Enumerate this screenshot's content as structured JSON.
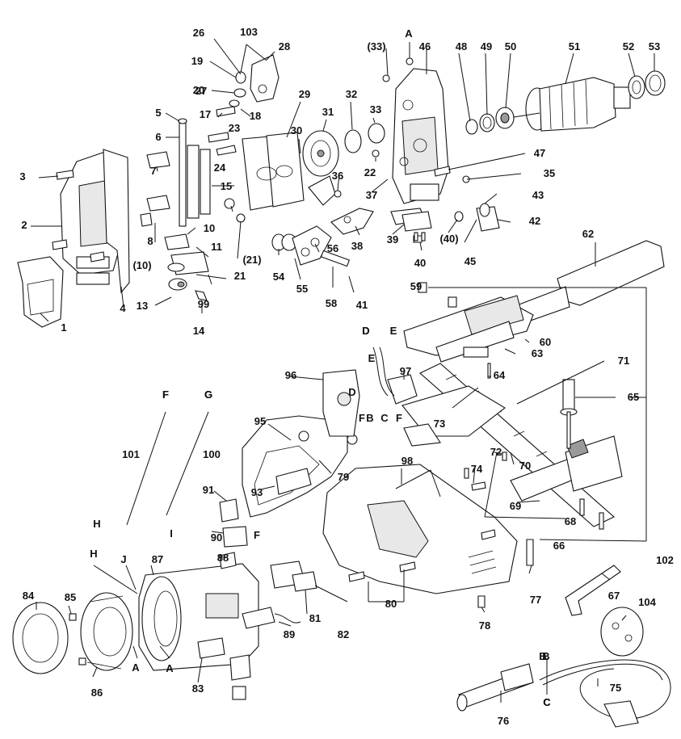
{
  "labels": [
    "1",
    "2",
    "3",
    "4",
    "5",
    "6",
    "7",
    "8",
    "10",
    "(10)",
    "11",
    "13",
    "14",
    "15",
    "17",
    "18",
    "19",
    "20",
    "21",
    "(21)",
    "22",
    "23",
    "24",
    "26",
    "27",
    "28",
    "29",
    "30",
    "31",
    "32",
    "33",
    "(33)",
    "35",
    "36",
    "37",
    "38",
    "39",
    "40",
    "(40)",
    "41",
    "42",
    "43",
    "45",
    "46",
    "47",
    "48",
    "49",
    "50",
    "51",
    "52",
    "53",
    "54",
    "55",
    "56",
    "58",
    "59",
    "60",
    "62",
    "63",
    "64",
    "65",
    "66",
    "67",
    "68",
    "69",
    "70",
    "71",
    "72",
    "73",
    "74",
    "75",
    "76",
    "77",
    "78",
    "79",
    "80",
    "81",
    "82",
    "83",
    "84",
    "85",
    "86",
    "87",
    "88",
    "89",
    "90",
    "91",
    "93",
    "95",
    "96",
    "97",
    "98",
    "99",
    "100",
    "101",
    "102",
    "103",
    "104",
    "A",
    "B",
    "C",
    "D",
    "E",
    "F",
    "G",
    "H",
    "I",
    "J",
    "A",
    "B",
    "C",
    "D",
    "E",
    "F",
    "G",
    "H",
    "A",
    "B",
    "C",
    "D",
    "E",
    "F",
    "F",
    "F"
  ]
}
